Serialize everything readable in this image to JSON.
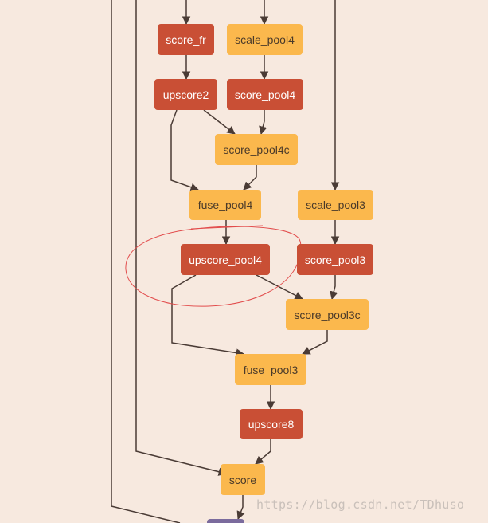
{
  "diagram": {
    "colors": {
      "background": "#f7e9df",
      "layer_red": "#c94f35",
      "layer_orange": "#fbb84d",
      "layer_purple": "#7b6b9d",
      "edge": "#4a3b35",
      "annotation": "#e24c4c"
    },
    "nodes": [
      {
        "id": "score_fr",
        "label": "score_fr",
        "style": "red"
      },
      {
        "id": "scale_pool4",
        "label": "scale_pool4",
        "style": "orange"
      },
      {
        "id": "upscore2",
        "label": "upscore2",
        "style": "red"
      },
      {
        "id": "score_pool4",
        "label": "score_pool4",
        "style": "red"
      },
      {
        "id": "score_pool4c",
        "label": "score_pool4c",
        "style": "orange"
      },
      {
        "id": "fuse_pool4",
        "label": "fuse_pool4",
        "style": "orange"
      },
      {
        "id": "scale_pool3",
        "label": "scale_pool3",
        "style": "orange"
      },
      {
        "id": "upscore_pool4",
        "label": "upscore_pool4",
        "style": "red"
      },
      {
        "id": "score_pool3",
        "label": "score_pool3",
        "style": "red"
      },
      {
        "id": "score_pool3c",
        "label": "score_pool3c",
        "style": "orange"
      },
      {
        "id": "fuse_pool3",
        "label": "fuse_pool3",
        "style": "orange"
      },
      {
        "id": "upscore8",
        "label": "upscore8",
        "style": "red"
      },
      {
        "id": "score",
        "label": "score",
        "style": "orange"
      },
      {
        "id": "output_partial",
        "label": "",
        "style": "purple"
      }
    ],
    "edges": [
      {
        "from": "upstream",
        "to": "score_fr"
      },
      {
        "from": "upstream",
        "to": "scale_pool4"
      },
      {
        "from": "score_fr",
        "to": "upscore2"
      },
      {
        "from": "scale_pool4",
        "to": "score_pool4"
      },
      {
        "from": "upscore2",
        "to": "score_pool4c"
      },
      {
        "from": "score_pool4",
        "to": "score_pool4c"
      },
      {
        "from": "upscore2",
        "to": "fuse_pool4"
      },
      {
        "from": "score_pool4c",
        "to": "fuse_pool4"
      },
      {
        "from": "upstream",
        "to": "scale_pool3"
      },
      {
        "from": "fuse_pool4",
        "to": "upscore_pool4"
      },
      {
        "from": "scale_pool3",
        "to": "score_pool3"
      },
      {
        "from": "upscore_pool4",
        "to": "score_pool3c"
      },
      {
        "from": "score_pool3",
        "to": "score_pool3c"
      },
      {
        "from": "upscore_pool4",
        "to": "fuse_pool3"
      },
      {
        "from": "score_pool3c",
        "to": "fuse_pool3"
      },
      {
        "from": "fuse_pool3",
        "to": "upscore8"
      },
      {
        "from": "upstream",
        "to": "score"
      },
      {
        "from": "upscore8",
        "to": "score"
      },
      {
        "from": "score",
        "to": "output_partial"
      },
      {
        "from": "upstream",
        "to": "output_partial"
      }
    ],
    "highlight": {
      "target": "upscore_pool4"
    }
  },
  "watermark": "https://blog.csdn.net/TDhuso"
}
